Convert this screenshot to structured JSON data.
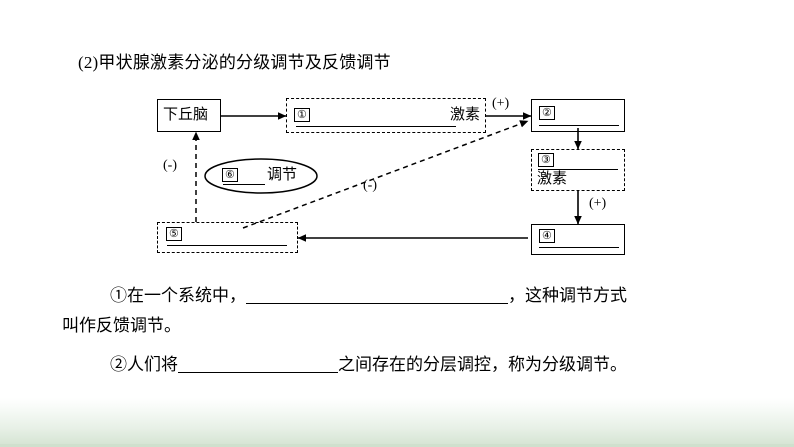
{
  "page": {
    "title": "(2)甲状腺激素分泌的分级调节及反馈调节",
    "accent_color": "#d3e3d1",
    "ink_color": "#000000"
  },
  "diagram": {
    "nodes": [
      {
        "id": "hypothalamus",
        "label": "下丘脑",
        "number": "",
        "suffix": "",
        "border": "solid"
      },
      {
        "id": "node-1",
        "label": "",
        "number": "①",
        "suffix": "激素",
        "border": "dashed"
      },
      {
        "id": "node-2",
        "label": "",
        "number": "②",
        "suffix": "",
        "border": "solid"
      },
      {
        "id": "node-3",
        "label": "激素",
        "number": "③",
        "suffix": "",
        "border": "dashed"
      },
      {
        "id": "node-4",
        "label": "",
        "number": "④",
        "suffix": "",
        "border": "solid"
      },
      {
        "id": "node-5",
        "label": "",
        "number": "⑤",
        "suffix": "",
        "border": "dashed"
      },
      {
        "id": "node-6",
        "label": "调节",
        "number": "⑥",
        "suffix": "",
        "border": "oval"
      }
    ],
    "edge_labels": {
      "plus_top": "(+)",
      "plus_bottom": "(+)",
      "minus_left": "(-)",
      "minus_diagonal": "(-)"
    }
  },
  "questions": [
    {
      "marker": "①",
      "text_before": "①在一个系统中，",
      "text_after": "，这种调节方式",
      "text_wrap": "叫作反馈调节。"
    },
    {
      "marker": "②",
      "text_before": "②人们将",
      "text_after": "之间存在的分层调控，称为分级调节。",
      "text_wrap": ""
    }
  ]
}
